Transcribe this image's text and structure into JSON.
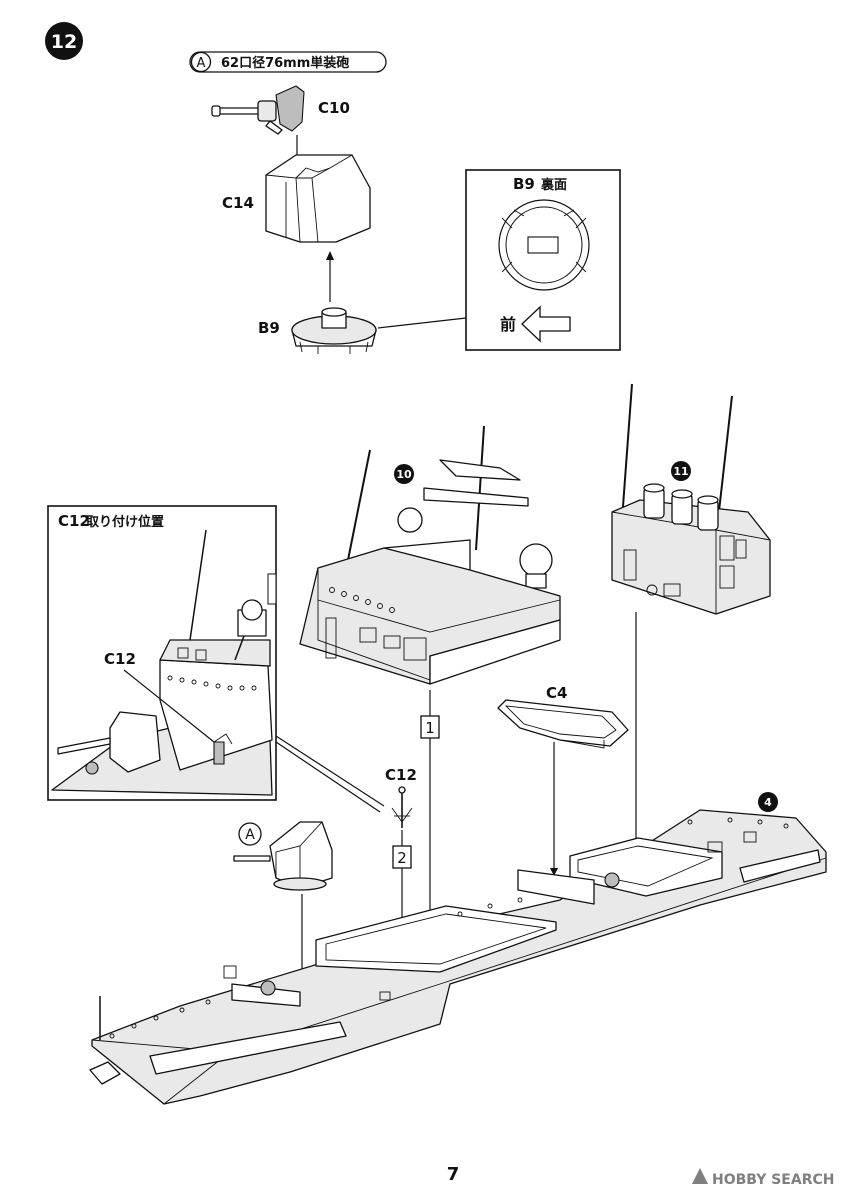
{
  "step": {
    "number": "12"
  },
  "subassembly_a": {
    "marker": "A",
    "caption": "62口径76mm単装砲",
    "parts": {
      "barrel": "C10",
      "turret": "C14",
      "base": "B9"
    }
  },
  "inset_b9": {
    "title_part": "B9",
    "title_suffix": "裏面",
    "direction_label": "前"
  },
  "inset_c12": {
    "title_part": "C12",
    "title_suffix": "取り付け位置",
    "part_label": "C12"
  },
  "subassembly_markers": {
    "bridge": "10",
    "funnel": "11",
    "hull": "4"
  },
  "hull_assembly": {
    "gun_marker": "A",
    "boat_part": "C4",
    "anchor_part": "C12",
    "order_labels": [
      "1",
      "2"
    ]
  },
  "page": {
    "number": "7"
  },
  "watermark": {
    "text": "HOBBY SEARCH"
  }
}
